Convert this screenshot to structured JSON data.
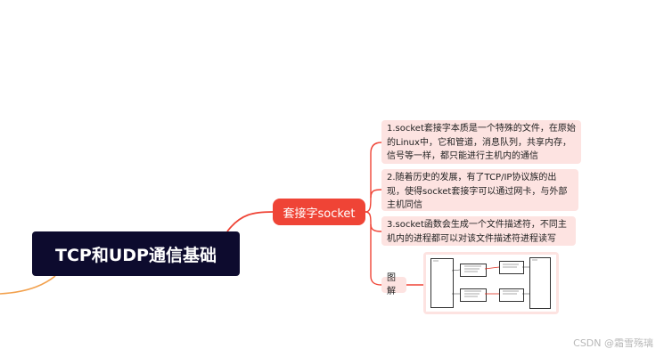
{
  "root": {
    "label": "TCP和UDP通信基础"
  },
  "branch": {
    "label": "套接字socket"
  },
  "leaves": [
    {
      "text": "1.socket套接字本质是一个特殊的文件，在原始的Linux中，它和管道，消息队列，共享内存，信号等一样，都只能进行主机内的通信"
    },
    {
      "text": "2.随着历史的发展，有了TCP/IP协议族的出现，使得socket套接字可以通过网卡，与外部主机同信"
    },
    {
      "text": "3.socket函数会生成一个文件描述符，不同主机内的进程都可以对该文件描述符进程读写"
    }
  ],
  "figure_leaf": {
    "label": "图解"
  },
  "colors": {
    "root_bg": "#0d0b2e",
    "branch_bg": "#ef4436",
    "leaf_bg": "#fde3e1",
    "wire_red": "#ef4436",
    "wire_orange": "#f2a04c"
  },
  "watermark": "CSDN @霜雪殇璃"
}
